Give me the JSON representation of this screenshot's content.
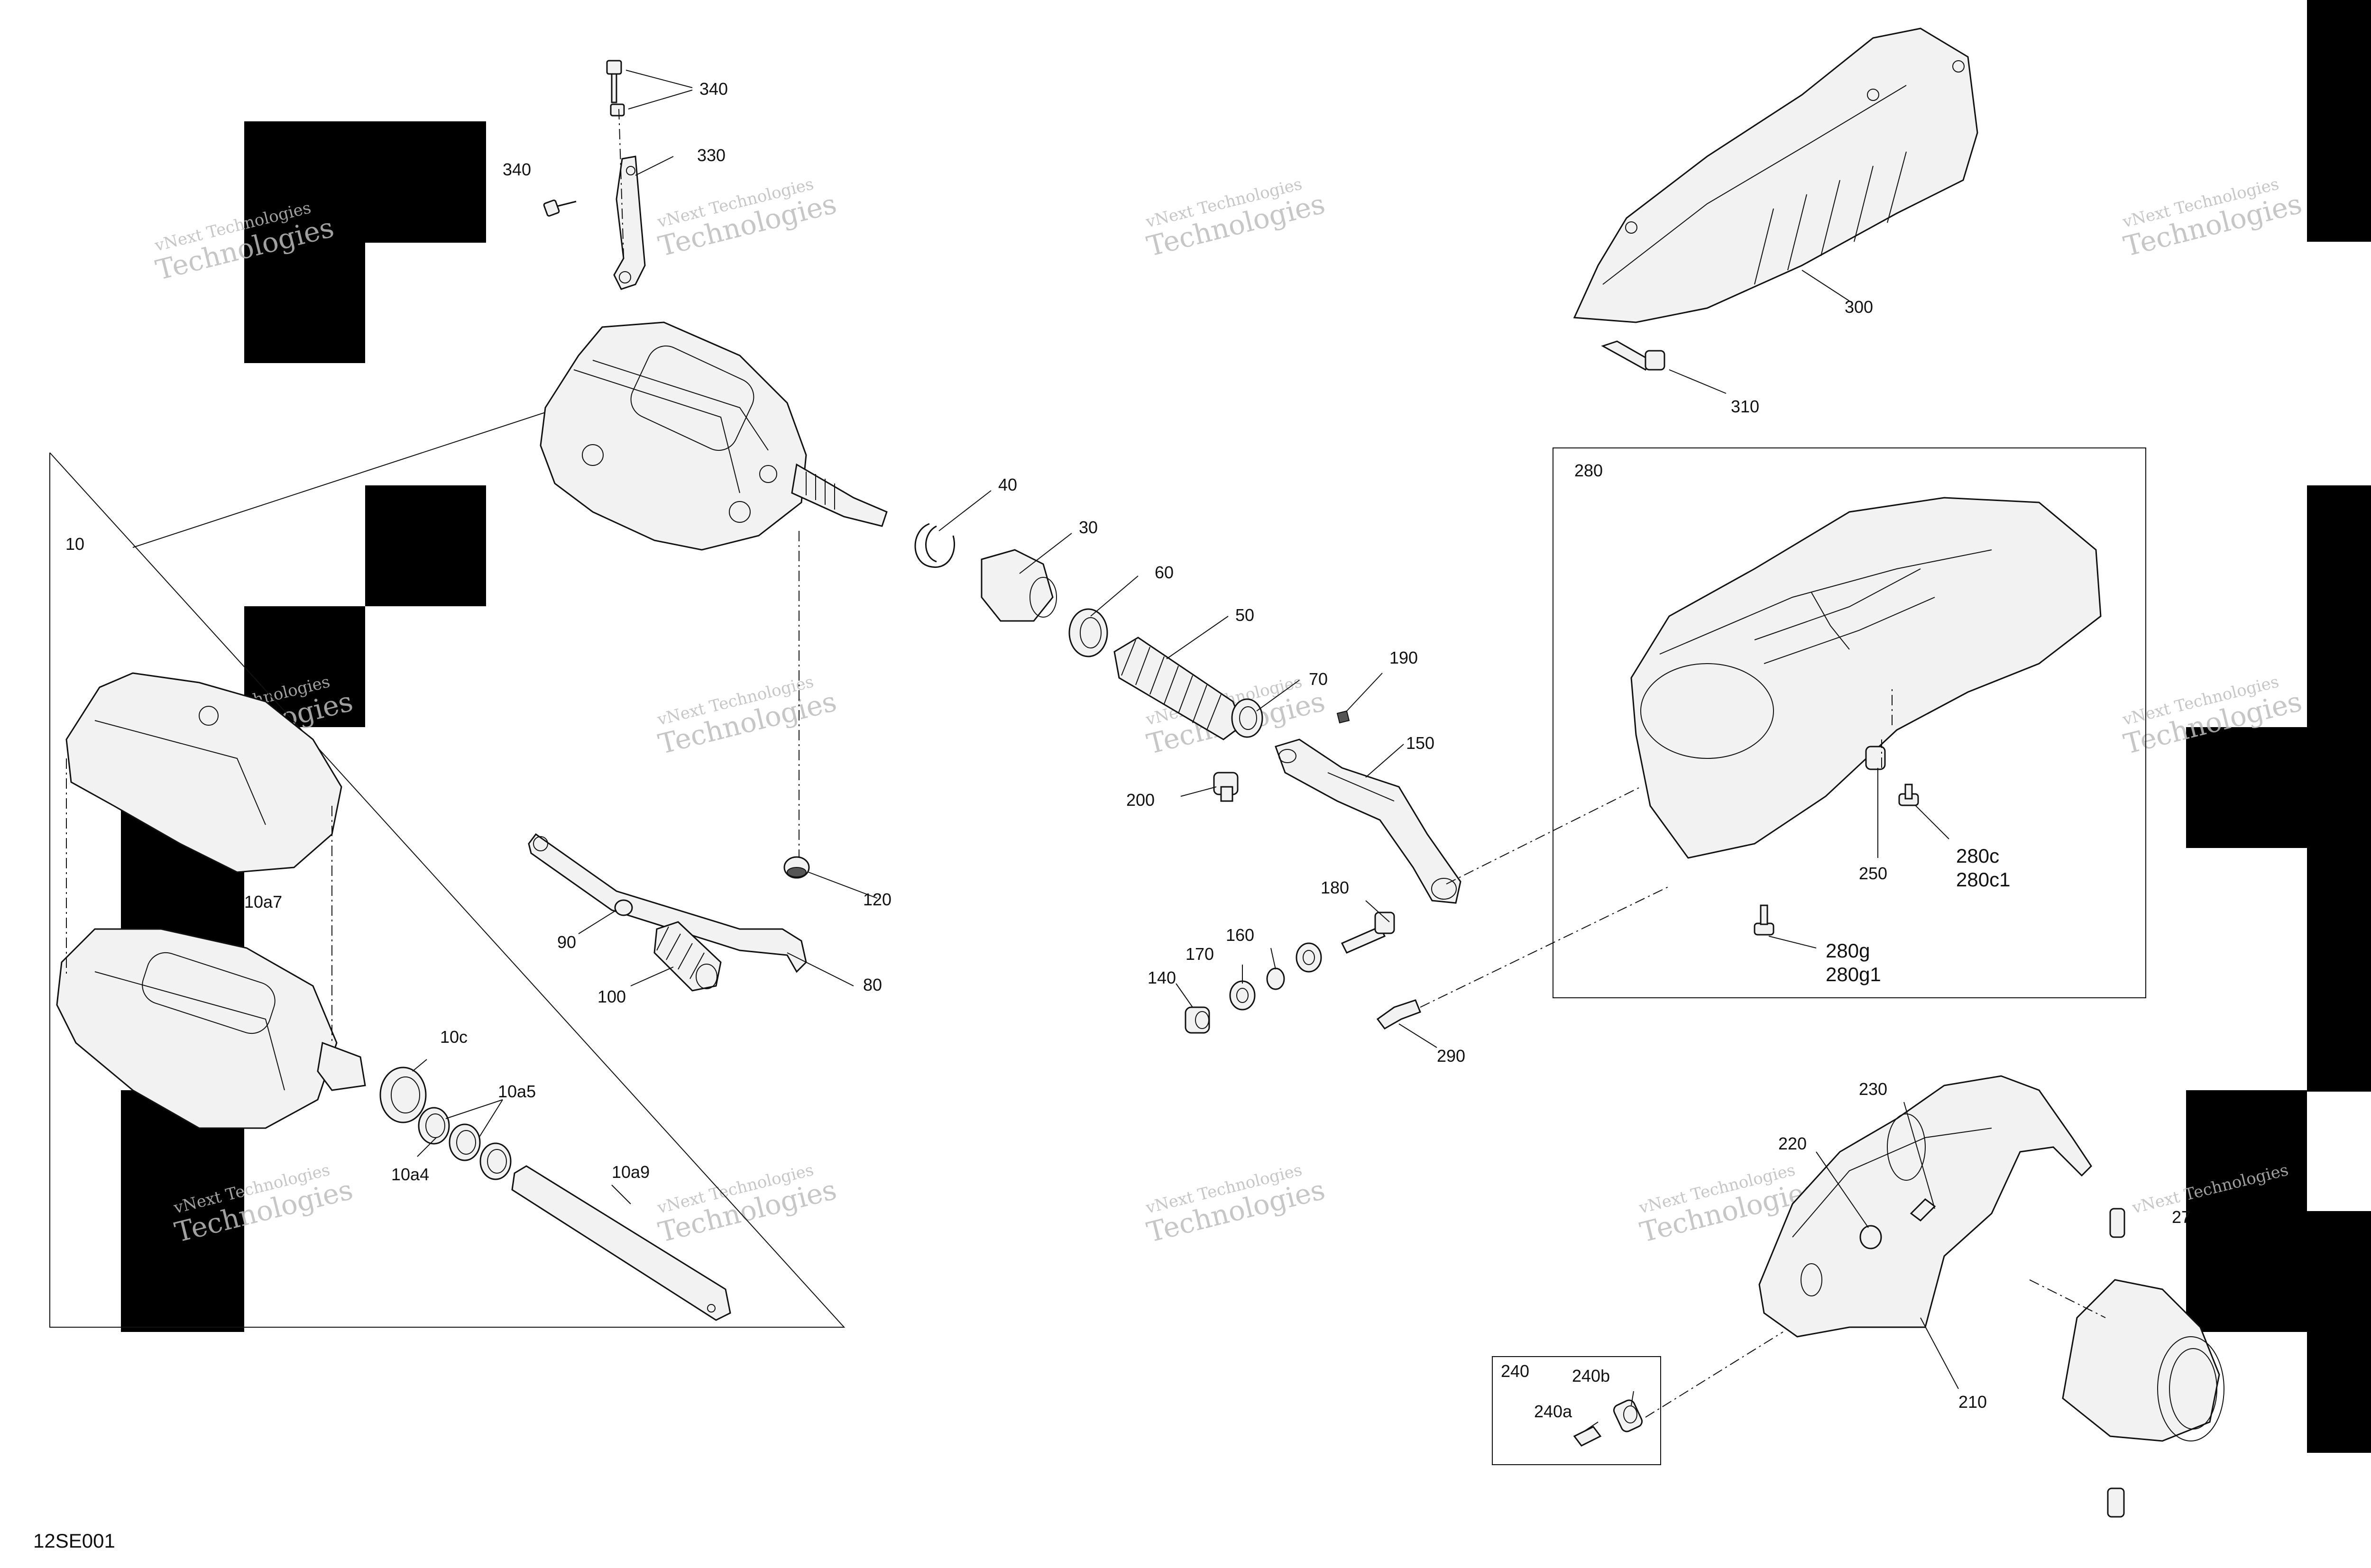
{
  "diagram": {
    "reference_code": "12SE001",
    "watermark": {
      "line1": "vNext Technologies",
      "line2": "Technologies"
    },
    "callouts": [
      {
        "id": "340a",
        "text": "340"
      },
      {
        "id": "340b",
        "text": "340"
      },
      {
        "id": "330",
        "text": "330"
      },
      {
        "id": "300",
        "text": "300"
      },
      {
        "id": "310",
        "text": "310"
      },
      {
        "id": "280",
        "text": "280"
      },
      {
        "id": "10",
        "text": "10"
      },
      {
        "id": "40",
        "text": "40"
      },
      {
        "id": "30",
        "text": "30"
      },
      {
        "id": "60",
        "text": "60"
      },
      {
        "id": "50",
        "text": "50"
      },
      {
        "id": "70",
        "text": "70"
      },
      {
        "id": "190",
        "text": "190"
      },
      {
        "id": "150",
        "text": "150"
      },
      {
        "id": "200",
        "text": "200"
      },
      {
        "id": "120",
        "text": "120"
      },
      {
        "id": "90",
        "text": "90"
      },
      {
        "id": "100",
        "text": "100"
      },
      {
        "id": "80",
        "text": "80"
      },
      {
        "id": "180",
        "text": "180"
      },
      {
        "id": "160",
        "text": "160"
      },
      {
        "id": "170",
        "text": "170"
      },
      {
        "id": "140",
        "text": "140"
      },
      {
        "id": "290",
        "text": "290"
      },
      {
        "id": "250",
        "text": "250"
      },
      {
        "id": "280c",
        "text": "280c"
      },
      {
        "id": "280c1",
        "text": "280c1"
      },
      {
        "id": "280g",
        "text": "280g"
      },
      {
        "id": "280g1",
        "text": "280g1"
      },
      {
        "id": "10a7",
        "text": "10a7"
      },
      {
        "id": "10c",
        "text": "10c"
      },
      {
        "id": "10a5",
        "text": "10a5"
      },
      {
        "id": "10a4",
        "text": "10a4"
      },
      {
        "id": "10a9",
        "text": "10a9"
      },
      {
        "id": "230",
        "text": "230"
      },
      {
        "id": "220",
        "text": "220"
      },
      {
        "id": "210",
        "text": "210"
      },
      {
        "id": "240",
        "text": "240"
      },
      {
        "id": "240b",
        "text": "240b"
      },
      {
        "id": "240a",
        "text": "240a"
      },
      {
        "id": "27",
        "text": "27"
      }
    ]
  }
}
